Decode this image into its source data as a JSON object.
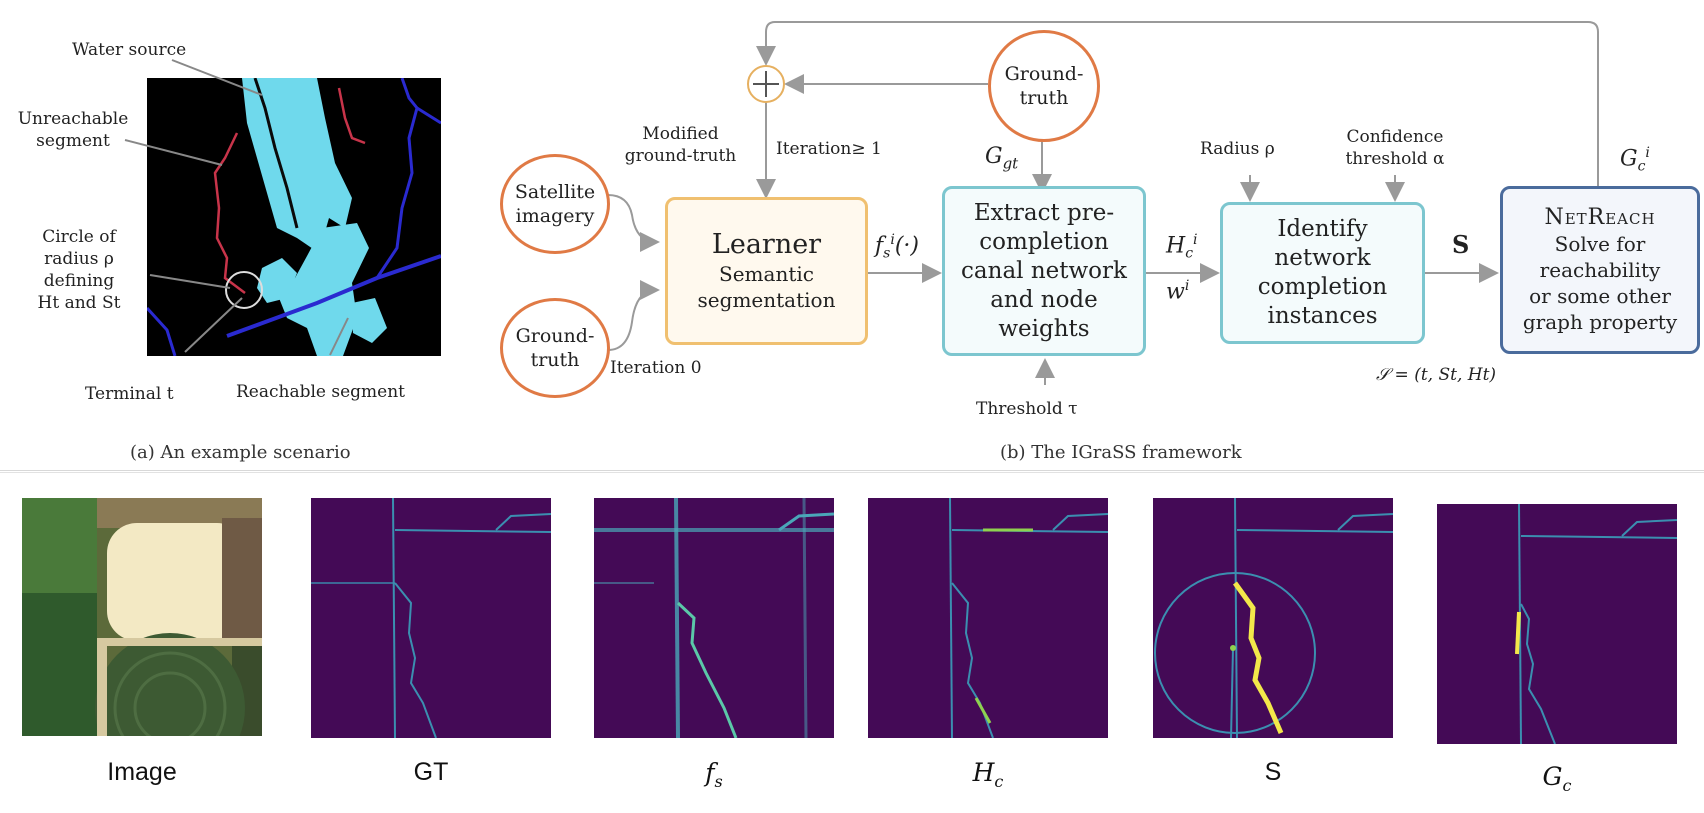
{
  "scenario": {
    "labels": {
      "water_source": "Water source",
      "unreachable": "Unreachable\nsegment",
      "circle_def": "Circle of\nradius ρ\ndefining\nHt and St",
      "terminal": "Terminal t",
      "reachable": "Reachable segment"
    },
    "caption": "(a) An example scenario"
  },
  "framework": {
    "caption": "(b) The IGraSS framework",
    "nodes": {
      "satellite": "Satellite\nimagery",
      "ground_truth_bottom": "Ground-\ntruth",
      "ground_truth_top": "Ground-\ntruth",
      "learner_title": "Learner",
      "learner_sub": "Semantic\nsegmentation",
      "extract": "Extract pre-\ncompletion\ncanal network\nand node\nweights",
      "identify": "Identify\nnetwork\ncompletion\ninstances",
      "netreach_title": "NetReach",
      "netreach_sub": "Solve for\nreachability\nor some other\ngraph property"
    },
    "annotations": {
      "modified_gt": "Modified\nground-truth",
      "iteration_ge1": "Iteration≥ 1",
      "iteration_0": "Iteration 0",
      "g_gt": "Ggt",
      "fs": "fsi(·)",
      "hc": "Hci",
      "w": "wi",
      "radius": "Radius ρ",
      "confidence": "Confidence\nthreshold α",
      "s_bold": "S",
      "gc": "Gci",
      "threshold": "Threshold τ",
      "s_def": "𝒮 = (t, St, Ht)"
    }
  },
  "results": {
    "captions": [
      "Image",
      "GT",
      "fs",
      "Hc",
      "S",
      "Gc"
    ]
  },
  "colors": {
    "orange_circle": "#e07a45",
    "learner_border": "#f0c070",
    "teal_border": "#7cc6cf",
    "netreach_border": "#4a6b9c",
    "tile_background": "#440a56",
    "canal_line": "#3b8fb0",
    "highlight": "#f3e84a",
    "water": "#6fd9ec",
    "road_blue": "#2a2ad0",
    "unreachable_red": "#c8344a"
  }
}
